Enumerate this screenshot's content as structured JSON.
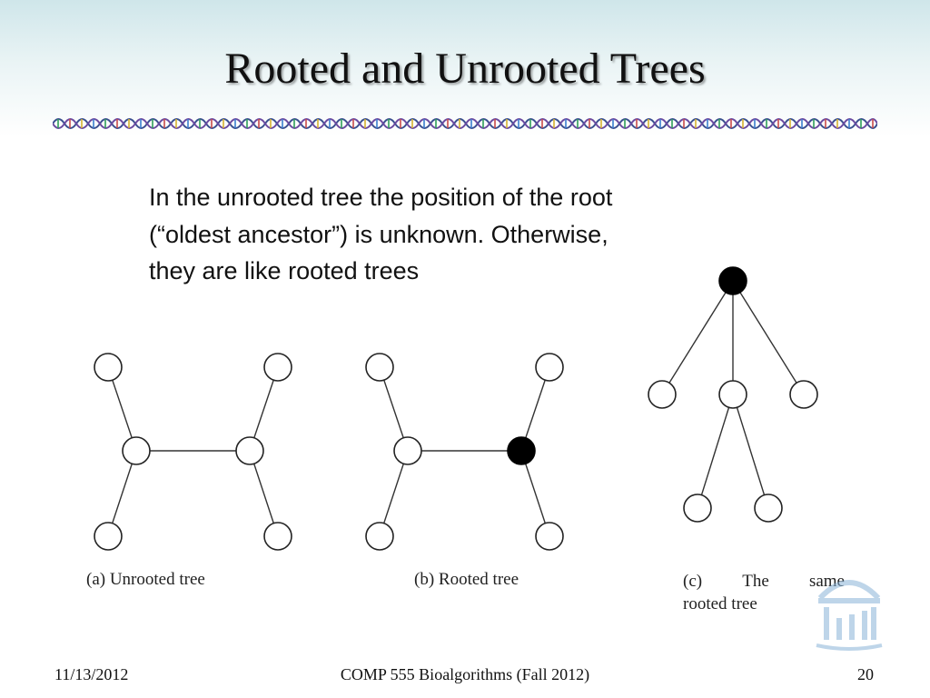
{
  "slide": {
    "title": "Rooted and Unrooted Trees",
    "body": "In the unrooted tree the position of the root (“oldest ancestor”) is unknown. Otherwise, they are like rooted trees"
  },
  "diagrams": {
    "a_caption": "(a) Unrooted tree",
    "b_caption": "(b) Rooted tree",
    "c_caption_line1": [
      "(c)",
      "The",
      "same"
    ],
    "c_caption_line2": "rooted tree"
  },
  "footer": {
    "date": "11/13/2012",
    "course": "COMP 555 Bioalgorithms (Fall 2012)",
    "page": "20"
  },
  "icons": {
    "divider": "dna-helix-divider",
    "logo": "old-well-logo"
  }
}
